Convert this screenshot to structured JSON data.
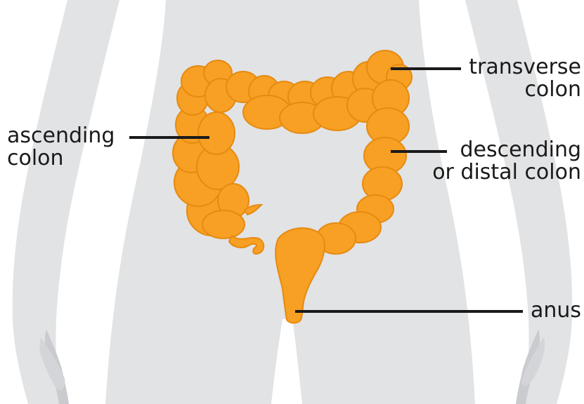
{
  "colors": {
    "background": "#ffffff",
    "body_silhouette": "#e1e3e5",
    "hand_shadow": "#c9cbce",
    "colon_fill": "#f7a024",
    "colon_outline": "#e68a10",
    "leader_line": "#1a1a1a"
  },
  "labels": {
    "transverse": {
      "line1": "transverse",
      "line2": "colon"
    },
    "ascending": {
      "line1": "ascending",
      "line2": "colon"
    },
    "descending": {
      "line1": "descending",
      "line2": "or distal colon"
    },
    "anus": {
      "line1": "anus"
    }
  }
}
